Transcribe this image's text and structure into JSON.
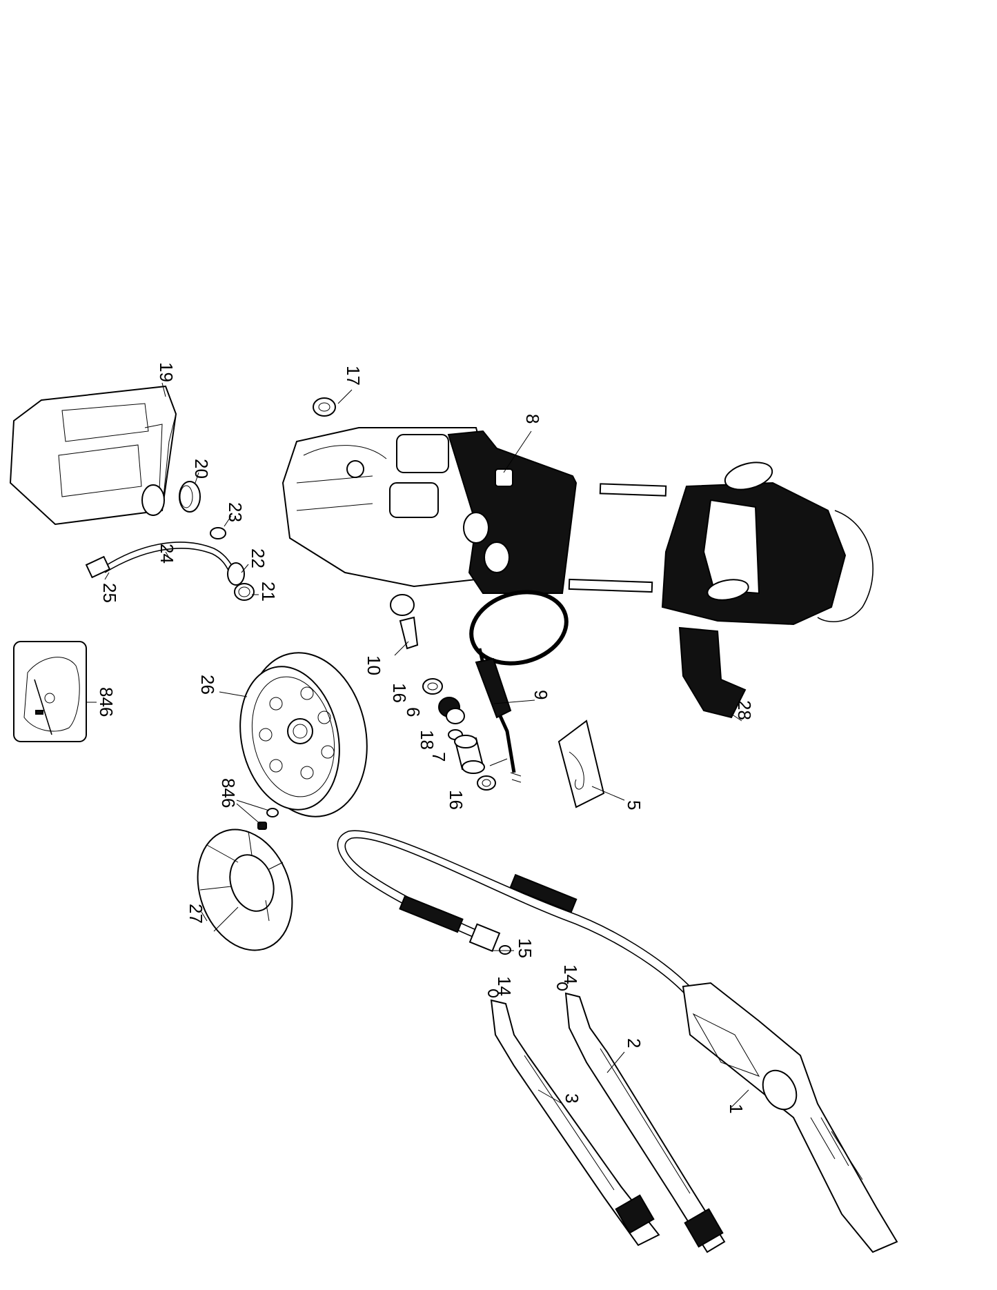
{
  "diagram": {
    "title": "",
    "callouts": [
      {
        "id": "c1",
        "label": "1"
      },
      {
        "id": "c2",
        "label": "2"
      },
      {
        "id": "c3",
        "label": "3"
      },
      {
        "id": "c5",
        "label": "5"
      },
      {
        "id": "c6",
        "label": "6"
      },
      {
        "id": "c7",
        "label": "7"
      },
      {
        "id": "c8",
        "label": "8"
      },
      {
        "id": "c9",
        "label": "9"
      },
      {
        "id": "c10",
        "label": "10"
      },
      {
        "id": "c14a",
        "label": "14"
      },
      {
        "id": "c14b",
        "label": "14"
      },
      {
        "id": "c15",
        "label": "15"
      },
      {
        "id": "c16a",
        "label": "16"
      },
      {
        "id": "c16b",
        "label": "16"
      },
      {
        "id": "c17",
        "label": "17"
      },
      {
        "id": "c18",
        "label": "18"
      },
      {
        "id": "c19",
        "label": "19"
      },
      {
        "id": "c20",
        "label": "20"
      },
      {
        "id": "c21",
        "label": "21"
      },
      {
        "id": "c22",
        "label": "22"
      },
      {
        "id": "c23",
        "label": "23"
      },
      {
        "id": "c24",
        "label": "24"
      },
      {
        "id": "c25",
        "label": "25"
      },
      {
        "id": "c26",
        "label": "26"
      },
      {
        "id": "c27",
        "label": "27"
      },
      {
        "id": "c28",
        "label": "28"
      },
      {
        "id": "c846a",
        "label": "846"
      },
      {
        "id": "c846b",
        "label": "846"
      }
    ]
  }
}
